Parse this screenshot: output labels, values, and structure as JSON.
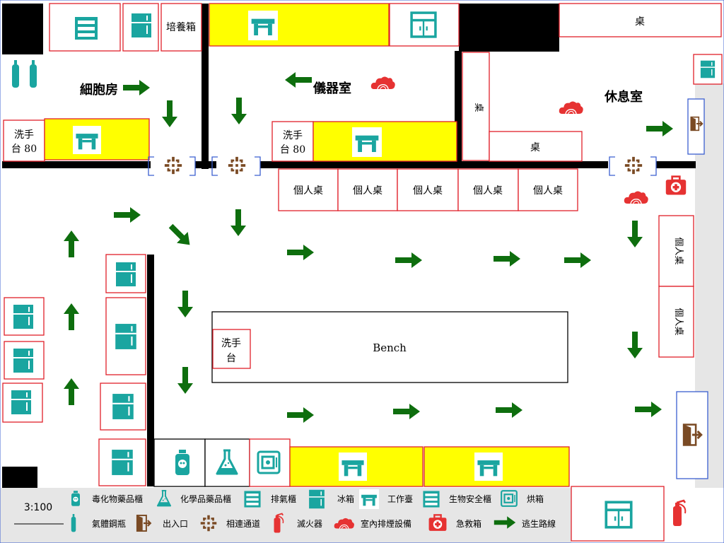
{
  "rooms": {
    "cell_room": "細胞房",
    "instrument_room": "儀器室",
    "lounge": "休息室"
  },
  "fixtures": {
    "incubator": "培養箱",
    "table": "桌",
    "sink": "洗手台80",
    "sink_short": "洗手台",
    "personal_desk": "個人桌",
    "bench": "Bench"
  },
  "legend": {
    "scale": "3:100",
    "items": [
      {
        "icon": "toxic-cabinet-icon",
        "label": "毒化物藥品櫃"
      },
      {
        "icon": "chemical-cabinet-icon",
        "label": "化學品藥品櫃"
      },
      {
        "icon": "fume-hood-icon",
        "label": "排氣櫃"
      },
      {
        "icon": "fridge-icon",
        "label": "冰箱"
      },
      {
        "icon": "workstation-icon",
        "label": "工作臺"
      },
      {
        "icon": "biosafety-cabinet-icon",
        "label": "生物安全櫃"
      },
      {
        "icon": "oven-icon",
        "label": "烘箱"
      },
      {
        "icon": "gas-cylinder-icon",
        "label": "氣體鋼瓶"
      },
      {
        "icon": "exit-icon",
        "label": "出入口"
      },
      {
        "icon": "connecting-passage-icon",
        "label": "相連通道"
      },
      {
        "icon": "fire-extinguisher-icon",
        "label": "滅火器"
      },
      {
        "icon": "exhaust-icon",
        "label": "室內排煙設備"
      },
      {
        "icon": "first-aid-icon",
        "label": "急救箱"
      },
      {
        "icon": "escape-arrow-icon",
        "label": "逃生路線"
      }
    ]
  },
  "colors": {
    "teal": "#1aa5a0",
    "green": "#0e6e0e",
    "red_outline": "#e0202a",
    "yellow": "#ffff00",
    "exit_brown": "#7a4a24",
    "exhaust_red": "#e63232",
    "wall": "#000000",
    "corridor_gray": "#e6e6e6"
  }
}
